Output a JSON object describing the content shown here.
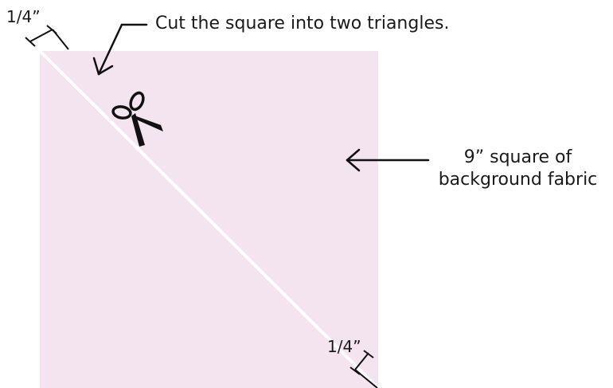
{
  "colors": {
    "fabric": "#f4e4ef",
    "cut_line": "#ffffff",
    "ink": "#111111"
  },
  "labels": {
    "cut_instruction": "Cut the square into two triangles.",
    "square_line1": "9” square of",
    "square_line2": "background fabric",
    "seam_allowance_top": "1/4”",
    "seam_allowance_bottom": "1/4”"
  },
  "icons": {
    "scissors": "scissors-icon",
    "arrow_to_cut": "arrow-icon",
    "arrow_to_square": "arrow-left-icon"
  }
}
